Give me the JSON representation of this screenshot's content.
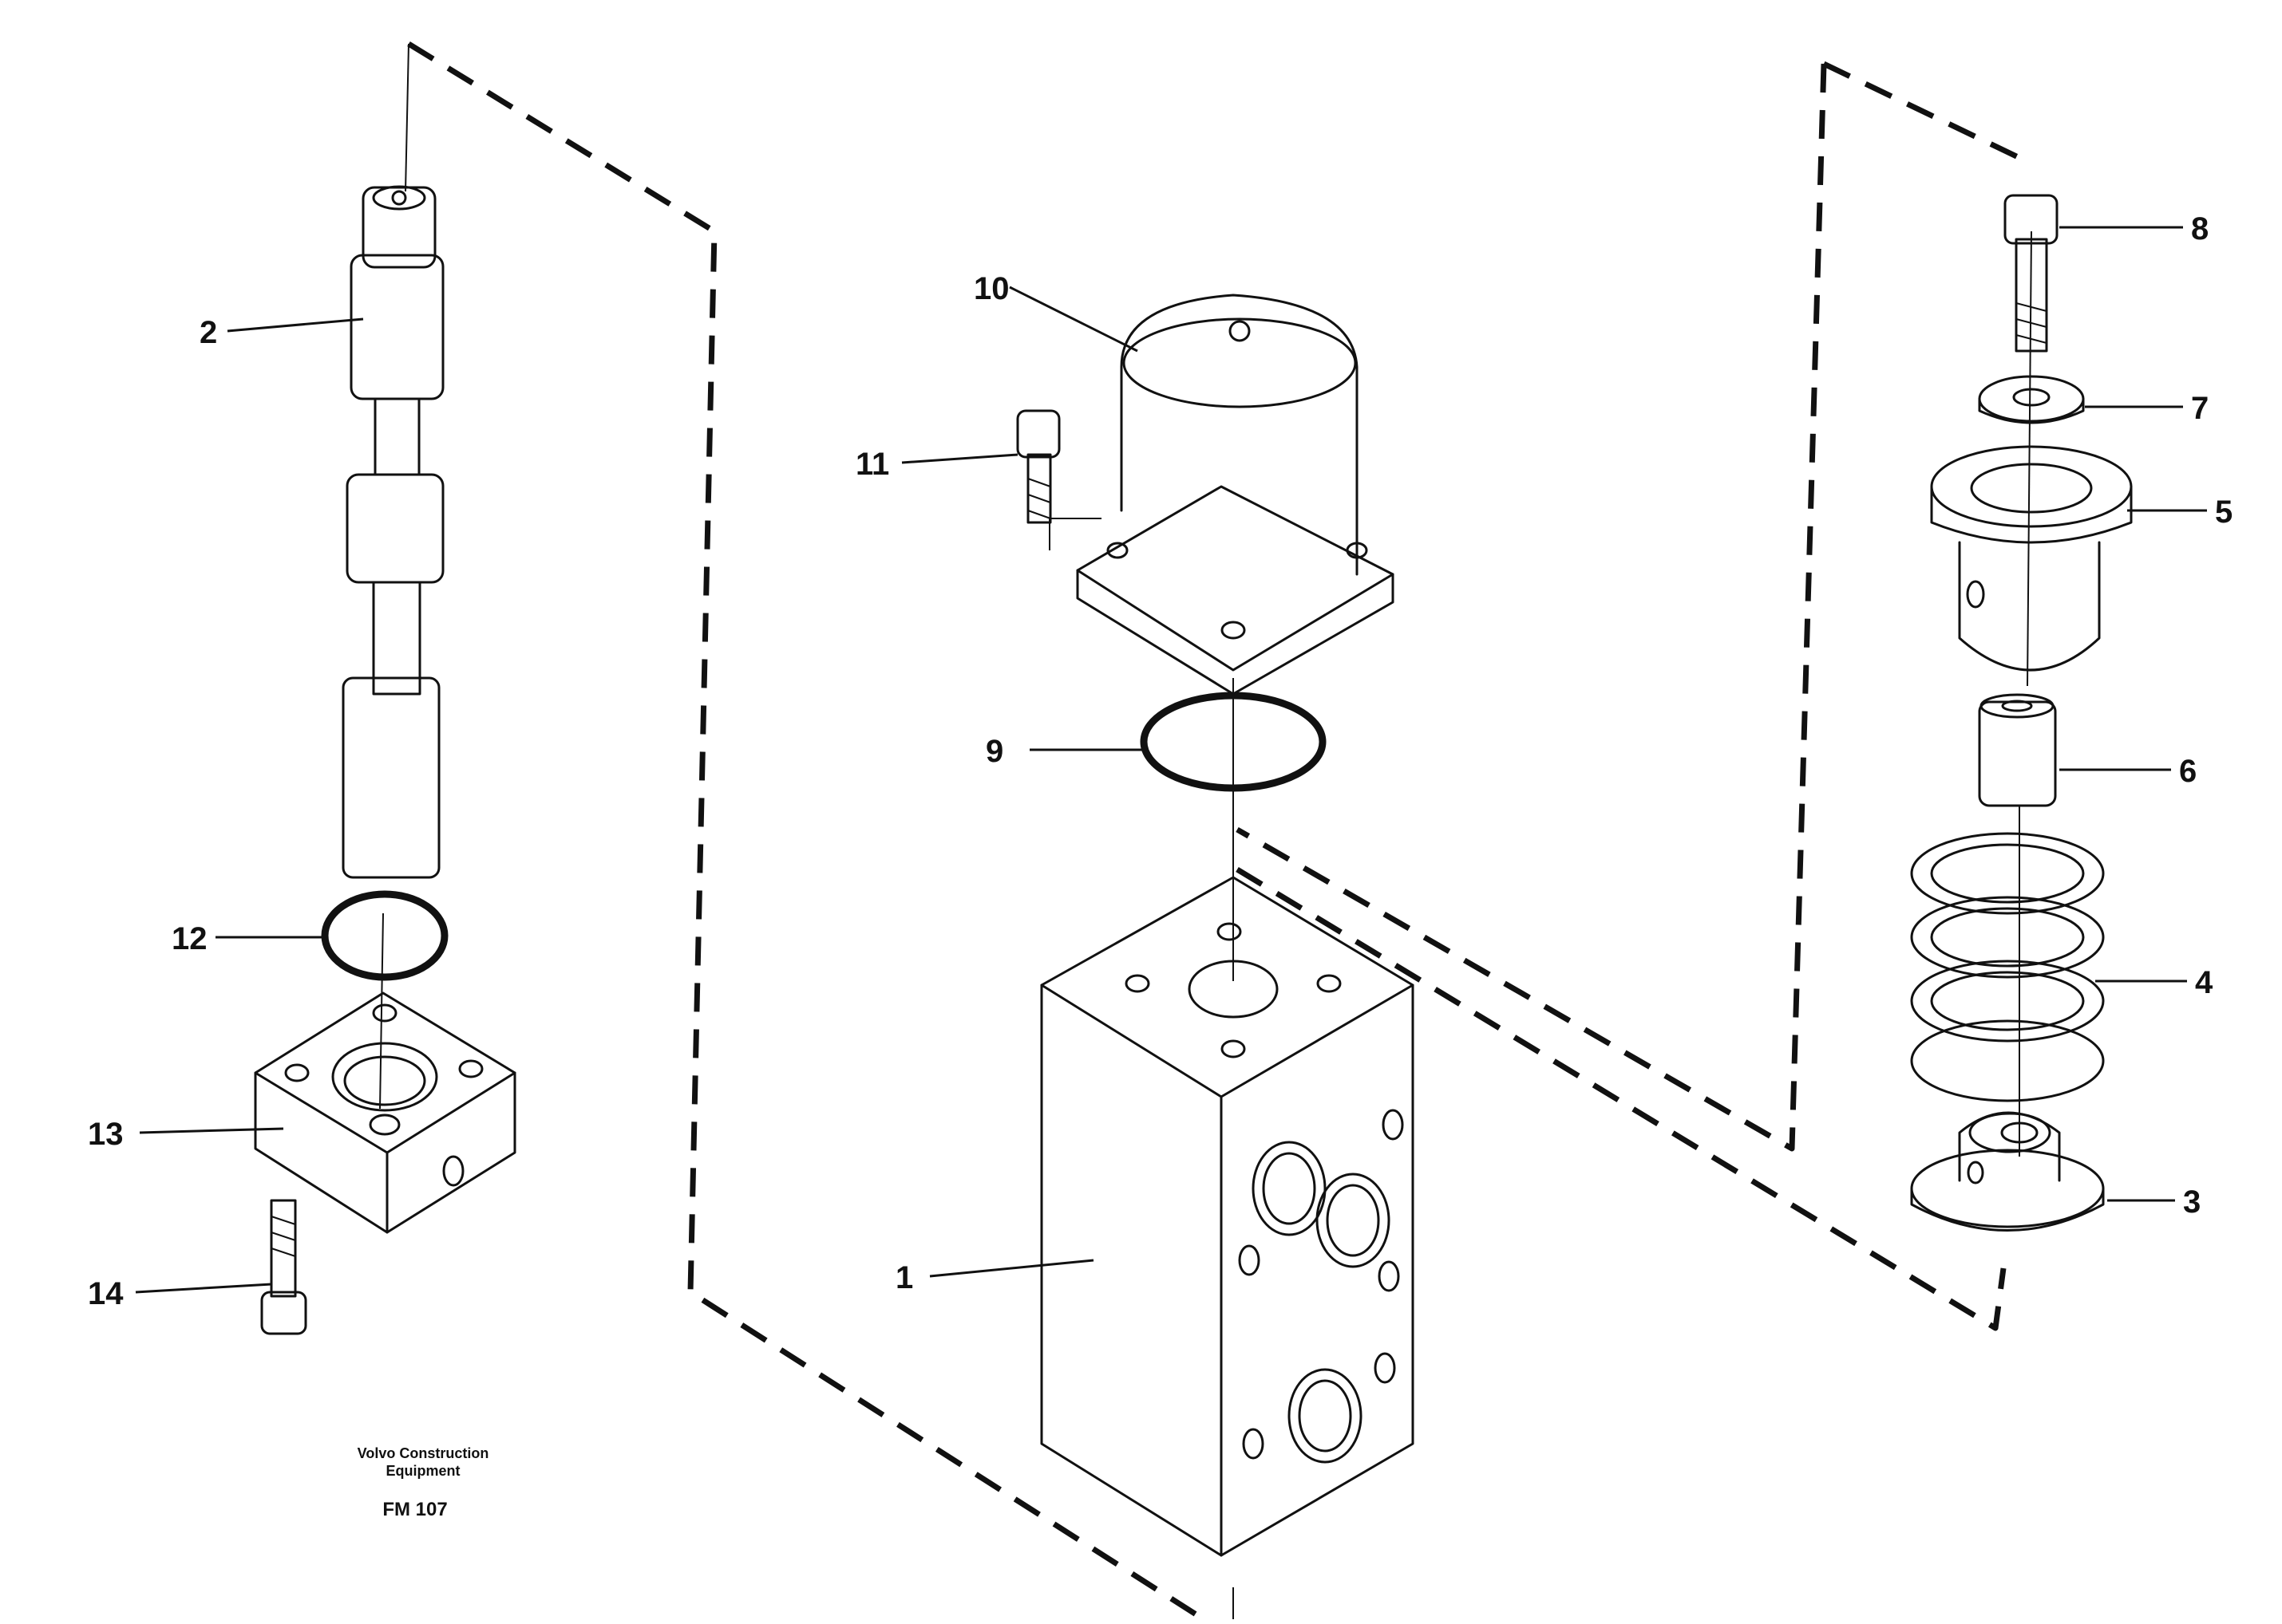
{
  "callouts": [
    {
      "id": "1",
      "label": "1",
      "part": "Valve housing"
    },
    {
      "id": "2",
      "label": "2",
      "part": "Spool"
    },
    {
      "id": "3",
      "label": "3",
      "part": "Spring seat"
    },
    {
      "id": "4",
      "label": "4",
      "part": "Spring"
    },
    {
      "id": "5",
      "label": "5",
      "part": "Cover"
    },
    {
      "id": "6",
      "label": "6",
      "part": "Sleeve"
    },
    {
      "id": "7",
      "label": "7",
      "part": "Washer"
    },
    {
      "id": "8",
      "label": "8",
      "part": "Screw"
    },
    {
      "id": "9",
      "label": "9",
      "part": "O-ring"
    },
    {
      "id": "10",
      "label": "10",
      "part": "Solenoid"
    },
    {
      "id": "11",
      "label": "11",
      "part": "Screw"
    },
    {
      "id": "12",
      "label": "12",
      "part": "O-ring"
    },
    {
      "id": "13",
      "label": "13",
      "part": "Flange"
    },
    {
      "id": "14",
      "label": "14",
      "part": "Screw"
    }
  ],
  "footer": {
    "brand_line1": "Volvo Construction",
    "brand_line2": "Equipment",
    "code": "FM 107"
  }
}
